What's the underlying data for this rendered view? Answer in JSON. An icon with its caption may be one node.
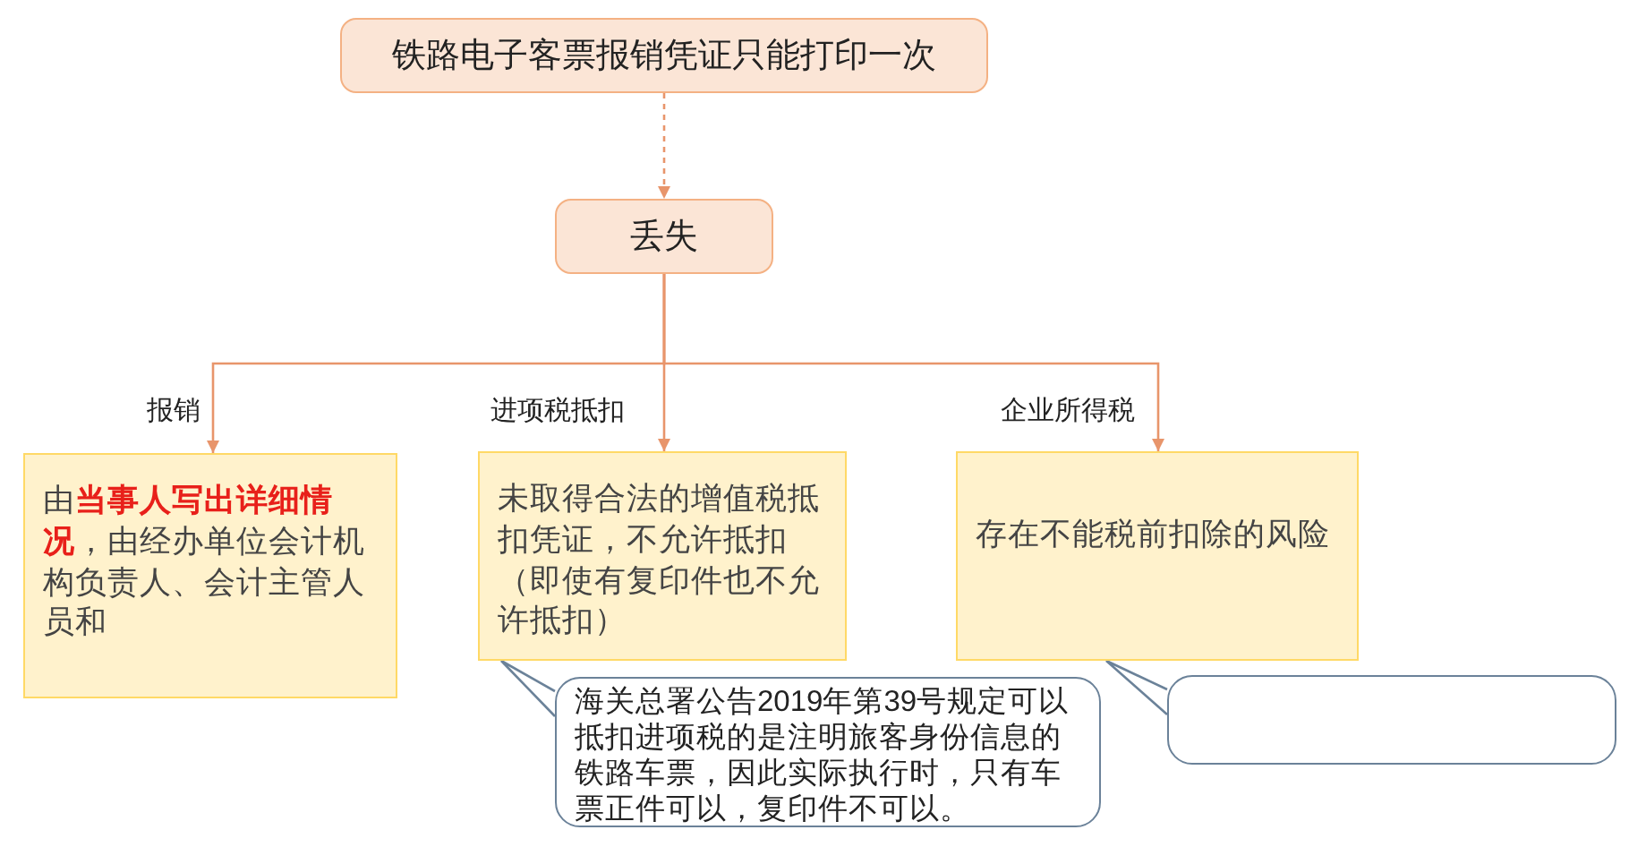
{
  "diagram": {
    "nodes": [
      {
        "text": [
          "铁路电子客票报销凭证只能打印一次"
        ]
      },
      {
        "text": [
          "丢失"
        ]
      },
      {
        "text": [
          "由**当事人写出详细情况**，由经办单位会计机构负责人、会计主管人员和"
        ]
      },
      {
        "text": [
          "未取得合法的增值税抵扣凭证，不允许抵扣（即使有复印件也不允许抵扣）"
        ]
      },
      {
        "text": [
          "存在不能税前扣除的风险"
        ]
      },
      {
        "text": [
          "海关总署公告2019年第39号规定可以抵扣进项税的是注明旅客身份信息的铁路车票，因此实际执行时，只有车票正件可以，复印件不可以。"
        ]
      },
      {
        "text": [],
        "shape": "box"
      }
    ],
    "edges": [
      {
        "from": 0,
        "to": 1,
        "arrow": "to",
        "style": "dashed"
      },
      {
        "from": 1,
        "to": 2,
        "arrow": "to",
        "label": "报销"
      },
      {
        "from": 1,
        "to": 3,
        "arrow": "to",
        "label": "进项税抵扣"
      },
      {
        "from": 1,
        "to": 4,
        "arrow": "to",
        "label": "企业所得税"
      },
      {
        "from": 5,
        "to": 3,
        "arrow": "none",
        "color": "#6b8299"
      },
      {
        "from": 6,
        "to": 4,
        "arrow": "none",
        "color": "#6b8299"
      }
    ]
  }
}
